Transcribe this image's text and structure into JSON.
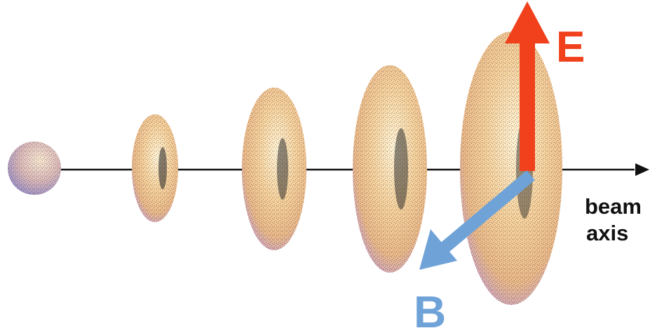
{
  "labels": {
    "e_field": "E",
    "b_field": "B",
    "beam_axis_line1": "beam",
    "beam_axis_line2": "axis"
  },
  "colors": {
    "e_arrow": "#f0401c",
    "b_arrow": "#6fa3d8",
    "b_label": "#6fa3d8",
    "e_label": "#f0401c",
    "axis": "#111111",
    "bunch_fill_light": "#fde7b8",
    "bunch_fill_mid": "#f2c48b",
    "bunch_fill_edge": "#c9a0c0"
  }
}
